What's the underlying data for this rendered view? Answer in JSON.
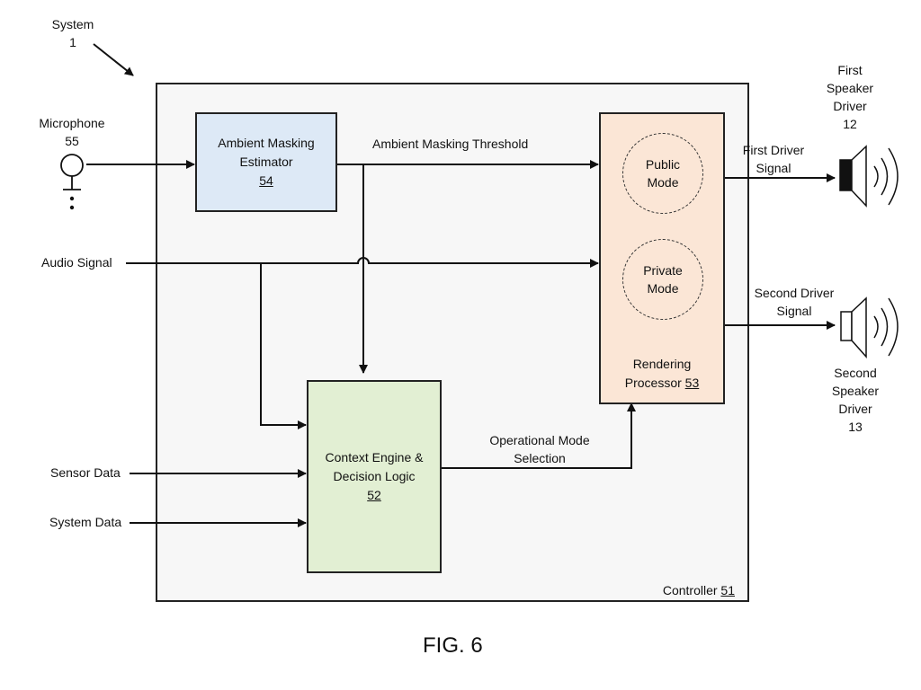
{
  "figure": {
    "caption": "FIG. 6"
  },
  "system": {
    "label": "System",
    "number": "1"
  },
  "controller": {
    "label": "Controller",
    "number": "51",
    "fill": "#f7f7f7"
  },
  "microphone": {
    "label": "Microphone",
    "number": "55"
  },
  "inputs": {
    "audio_signal": "Audio Signal",
    "sensor_data": "Sensor Data",
    "system_data": "System Data"
  },
  "blocks": {
    "ambient_masking_estimator": {
      "line1": "Ambient Masking",
      "line2": "Estimator",
      "number": "54",
      "fill": "#dde9f6"
    },
    "context_engine": {
      "line1": "Context Engine &",
      "line2": "Decision Logic",
      "number": "52",
      "fill": "#e2efd3"
    },
    "rendering_processor": {
      "line1": "Rendering",
      "line2": "Processor",
      "number": "53",
      "fill": "#fbe6d6",
      "modes": [
        {
          "line1": "Public",
          "line2": "Mode"
        },
        {
          "line1": "Private",
          "line2": "Mode"
        }
      ]
    }
  },
  "signals": {
    "ambient_masking_threshold": "Ambient Masking Threshold",
    "operational_mode_selection": {
      "line1": "Operational Mode",
      "line2": "Selection"
    },
    "first_driver_signal": {
      "line1": "First Driver",
      "line2": "Signal"
    },
    "second_driver_signal": {
      "line1": "Second Driver",
      "line2": "Signal"
    }
  },
  "speakers": [
    {
      "line1": "First",
      "line2": "Speaker",
      "line3": "Driver",
      "number": "12"
    },
    {
      "line1": "Second",
      "line2": "Speaker",
      "line3": "Driver",
      "number": "13"
    }
  ]
}
